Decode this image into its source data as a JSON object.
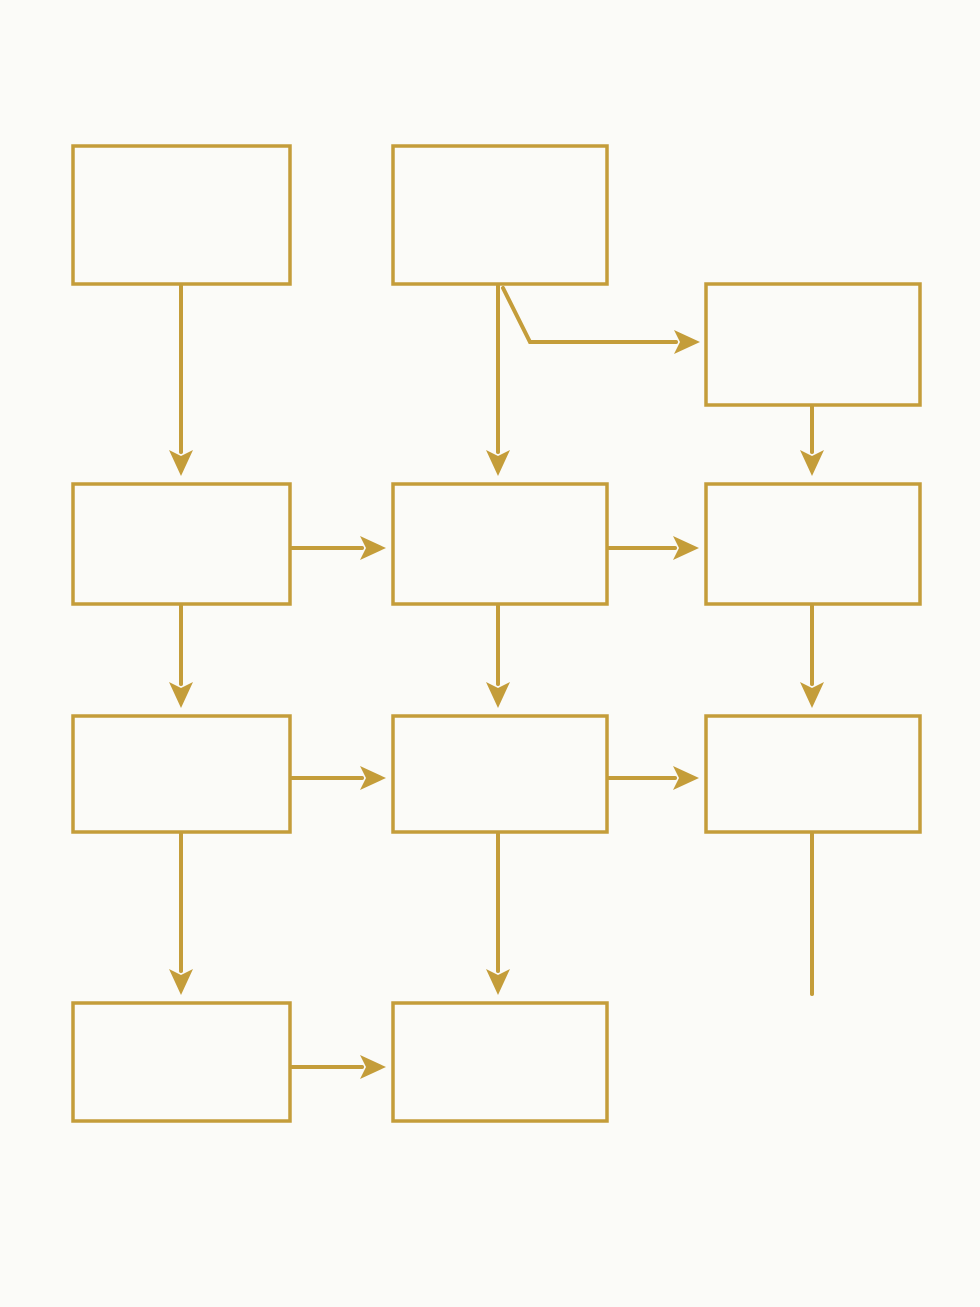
{
  "diagram": {
    "stroke_color": "#c49d3a",
    "background_color": "#fbfbf8",
    "boxes": [
      {
        "id": "box-r1-c1",
        "label": ""
      },
      {
        "id": "box-r1-c2",
        "label": ""
      },
      {
        "id": "box-r1b-c3",
        "label": ""
      },
      {
        "id": "box-r2-c1",
        "label": ""
      },
      {
        "id": "box-r2-c2",
        "label": ""
      },
      {
        "id": "box-r2-c3",
        "label": ""
      },
      {
        "id": "box-r3-c1",
        "label": ""
      },
      {
        "id": "box-r3-c2",
        "label": ""
      },
      {
        "id": "box-r3-c3",
        "label": ""
      },
      {
        "id": "box-r4-c1",
        "label": ""
      },
      {
        "id": "box-r4-c2",
        "label": ""
      }
    ],
    "connections": [
      {
        "from": "box-r1-c1",
        "to": "box-r2-c1"
      },
      {
        "from": "box-r1-c2",
        "to": "box-r2-c2"
      },
      {
        "from": "box-r1-c2",
        "to": "box-r1b-c3"
      },
      {
        "from": "box-r1b-c3",
        "to": "box-r2-c3"
      },
      {
        "from": "box-r2-c1",
        "to": "box-r2-c2"
      },
      {
        "from": "box-r2-c2",
        "to": "box-r2-c3"
      },
      {
        "from": "box-r2-c1",
        "to": "box-r3-c1"
      },
      {
        "from": "box-r2-c2",
        "to": "box-r3-c2"
      },
      {
        "from": "box-r2-c3",
        "to": "box-r3-c3"
      },
      {
        "from": "box-r3-c1",
        "to": "box-r3-c2"
      },
      {
        "from": "box-r3-c2",
        "to": "box-r3-c3"
      },
      {
        "from": "box-r3-c1",
        "to": "box-r4-c1"
      },
      {
        "from": "box-r3-c2",
        "to": "box-r4-c2"
      },
      {
        "from": "box-r4-c1",
        "to": "box-r4-c2"
      },
      {
        "from": "box-r3-c3",
        "to": null
      }
    ]
  }
}
